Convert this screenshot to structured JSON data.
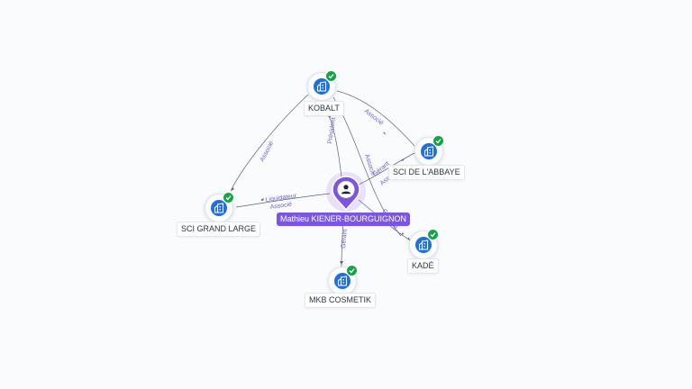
{
  "person": {
    "name": "Mathieu KIENER-BOURGUIGNON",
    "icon": "person-icon",
    "color": "#7b57e0"
  },
  "companies": [
    {
      "key": "kobalt",
      "name": "KOBALT",
      "verified": true,
      "icon": "building-icon"
    },
    {
      "key": "sci-de-labbaye",
      "name": "SCI DE L'ABBAYE",
      "verified": true,
      "icon": "building-icon"
    },
    {
      "key": "sci-grand-large",
      "name": "SCI GRAND LARGE",
      "verified": true,
      "icon": "building-icon"
    },
    {
      "key": "kade",
      "name": "KADÉ",
      "verified": true,
      "icon": "building-icon"
    },
    {
      "key": "mkb-cosmetik",
      "name": "MKB COSMETIK",
      "verified": true,
      "icon": "building-icon"
    }
  ],
  "relations": [
    {
      "from": "person",
      "to": "kobalt",
      "roles": [
        "Président"
      ]
    },
    {
      "from": "person",
      "to": "sci-grand-large",
      "roles": [
        "Liquidateur",
        "Associé"
      ]
    },
    {
      "from": "person",
      "to": "sci-de-labbaye",
      "roles": [
        "Gérant",
        "Associé"
      ]
    },
    {
      "from": "person",
      "to": "kade",
      "roles": [
        "Gérante"
      ]
    },
    {
      "from": "person",
      "to": "mkb-cosmetik",
      "roles": [
        "Gérant"
      ]
    },
    {
      "from": "kobalt",
      "to": "sci-grand-large",
      "roles": [
        "Associé"
      ]
    },
    {
      "from": "kobalt",
      "to": "sci-de-labbaye",
      "roles": [
        "Associé"
      ]
    },
    {
      "from": "kobalt",
      "to": "kade",
      "roles": [
        "Associé"
      ]
    }
  ],
  "colors": {
    "edge": "#5b6478",
    "edge_label": "#6a63c9",
    "company_icon": "#1f6fe0",
    "verified_badge": "#17a24a",
    "background": "#fafbfd"
  }
}
